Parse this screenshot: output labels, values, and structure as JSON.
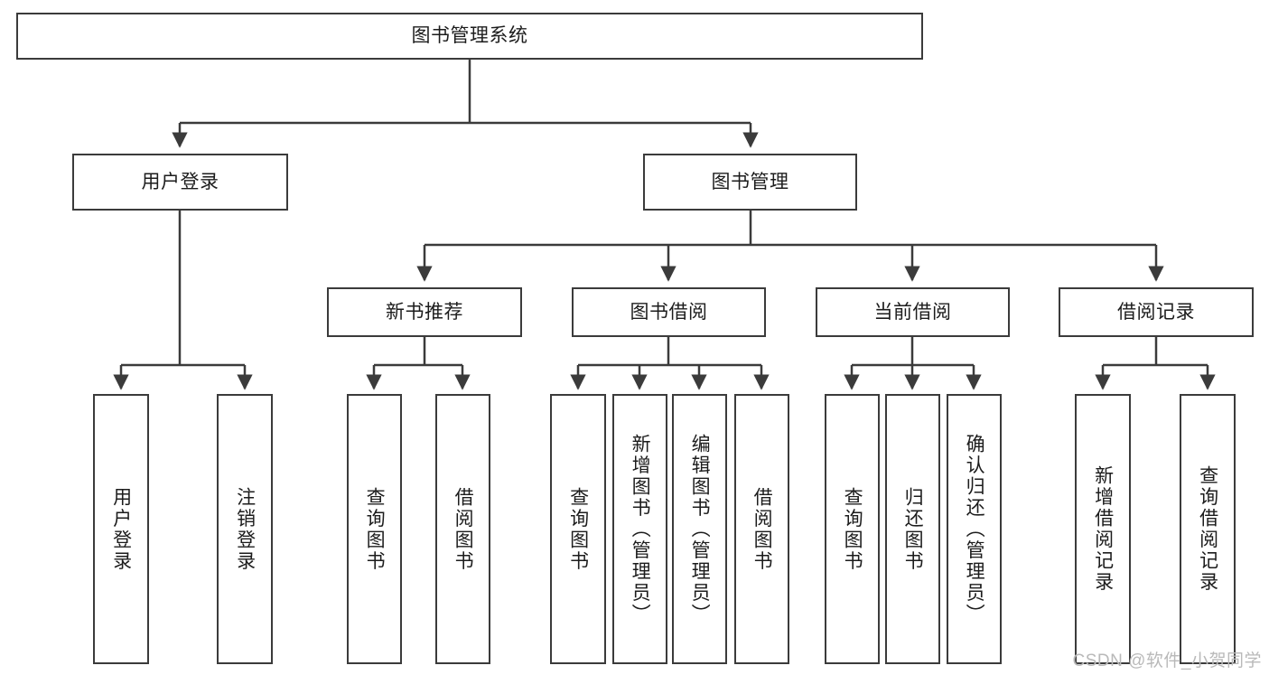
{
  "diagram": {
    "title": "图书管理系统",
    "type": "tree",
    "root": {
      "label": "图书管理系统"
    },
    "level1": [
      {
        "label": "用户登录"
      },
      {
        "label": "图书管理"
      }
    ],
    "level2": [
      {
        "label": "新书推荐"
      },
      {
        "label": "图书借阅"
      },
      {
        "label": "当前借阅"
      },
      {
        "label": "借阅记录"
      }
    ],
    "leaves": {
      "user_login": [
        {
          "label": "用户登录"
        },
        {
          "label": "注销登录"
        }
      ],
      "new_book_recommend": [
        {
          "label": "查询图书"
        },
        {
          "label": "借阅图书"
        }
      ],
      "book_borrow": [
        {
          "label": "查询图书"
        },
        {
          "label": "新增图书（管理员）"
        },
        {
          "label": "编辑图书（管理员）"
        },
        {
          "label": "借阅图书"
        }
      ],
      "current_borrow": [
        {
          "label": "查询图书"
        },
        {
          "label": "归还图书"
        },
        {
          "label": "确认归还（管理员）"
        }
      ],
      "borrow_records": [
        {
          "label": "新增借阅记录"
        },
        {
          "label": "查询借阅记录"
        }
      ]
    }
  },
  "watermark": {
    "text": "CSDN @软件_小贺同学"
  },
  "colors": {
    "stroke": "#3b3b3b",
    "background": "#ffffff",
    "text": "#1c1c1c",
    "watermark": "#b9b9b9"
  }
}
